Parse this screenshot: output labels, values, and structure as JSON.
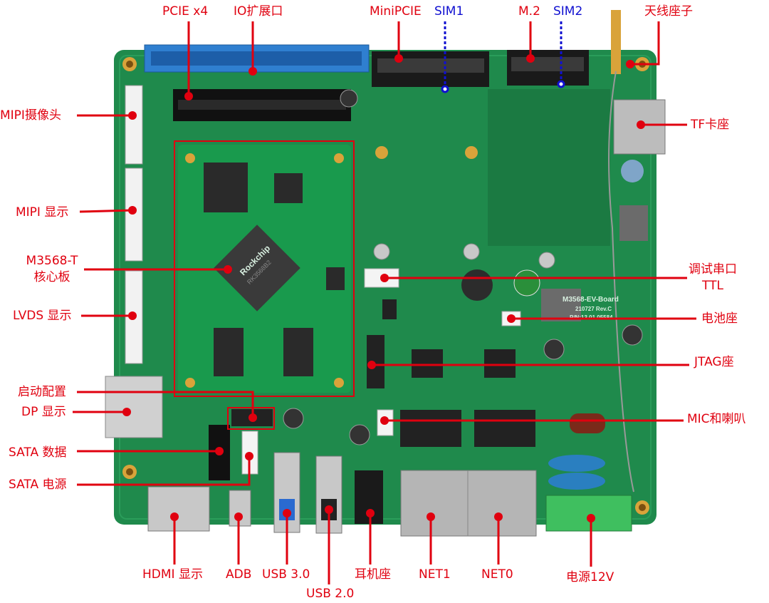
{
  "labels": {
    "pcie": "PCIE x4",
    "io": "IO扩展口",
    "minipcie": "MiniPCIE",
    "sim1": "SIM1",
    "m2": "M.2",
    "sim2": "SIM2",
    "antenna": "天线座子",
    "mipi_cam": "MIPI摄像头",
    "tf": "TF卡座",
    "mipi_disp": "MIPI 显示",
    "core_line1": "M3568-T",
    "core_line2": "核心板",
    "debug_line1": "调试串口",
    "debug_line2": "TTL",
    "lvds": "LVDS 显示",
    "battery": "电池座",
    "jtag": "JTAG座",
    "boot": "启动配置",
    "dp": "DP 显示",
    "mic": "MIC和喇叭",
    "sata_data": "SATA 数据",
    "sata_power": "SATA 电源",
    "hdmi": "HDMI 显示",
    "adb": "ADB",
    "usb3": "USB 3.0",
    "usb2": "USB 2.0",
    "earphone": "耳机座",
    "net1": "NET1",
    "net0": "NET0",
    "power": "电源12V"
  },
  "board": {
    "name": "M3568-EV-Board",
    "rev": "210727 Rev.C",
    "pn": "P/N:13.01.05584",
    "soc_brand": "Rockchip",
    "soc_model": "RK3568B2"
  },
  "colors": {
    "annotation": "#e0000f",
    "sim": "#1010d0",
    "pcb": "#1f8a4c"
  }
}
